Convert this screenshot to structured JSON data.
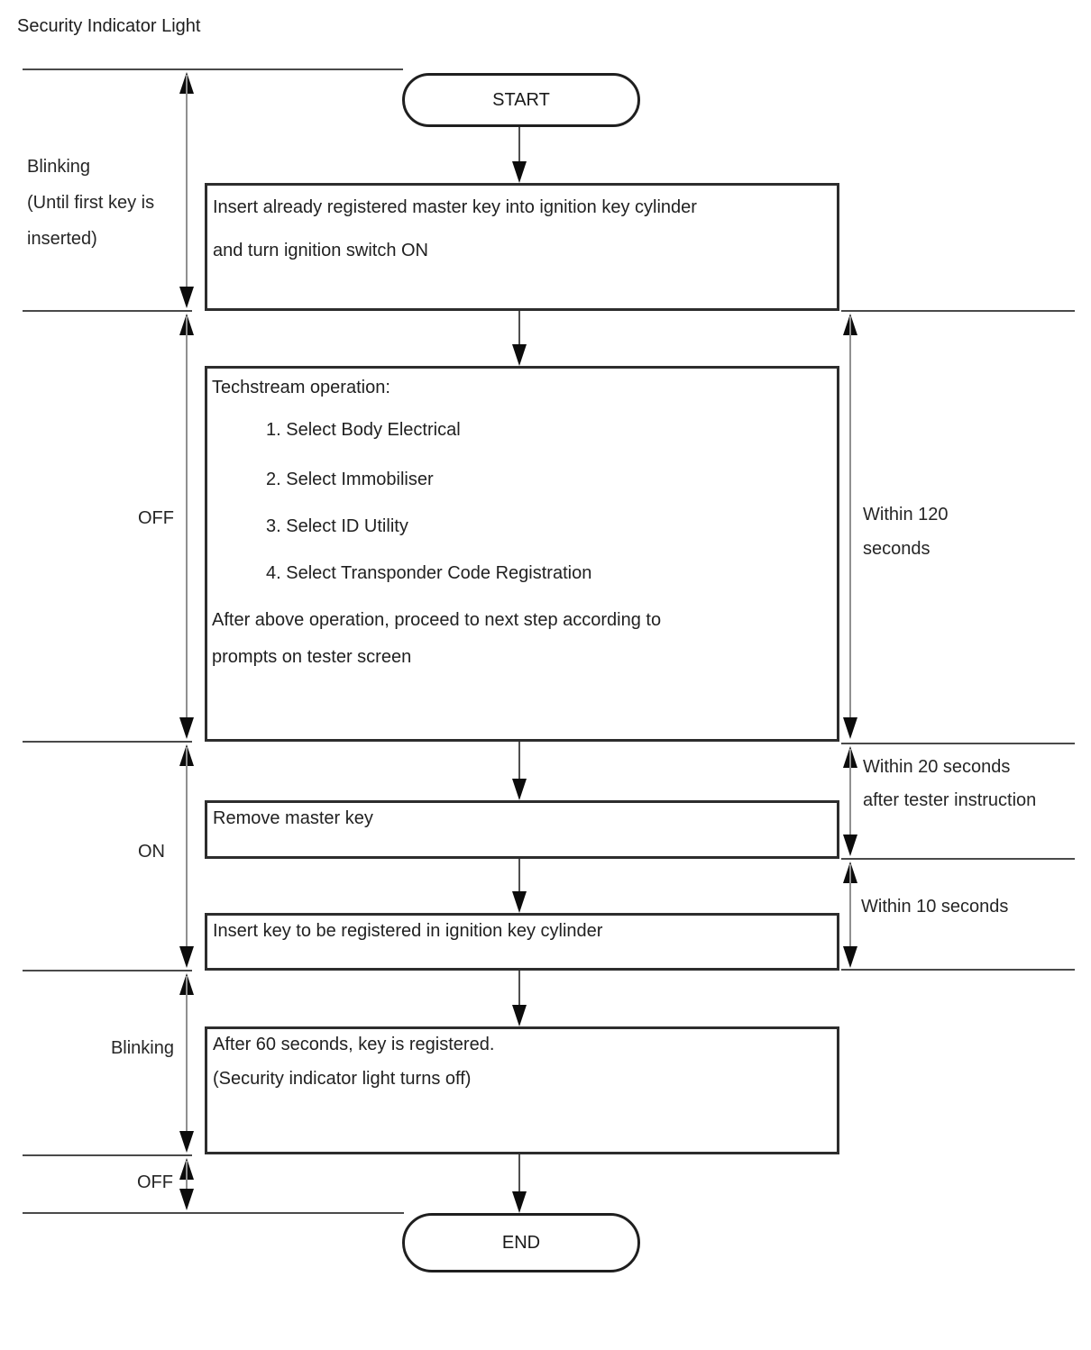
{
  "title": "Security Indicator Light",
  "flow": {
    "start_label": "START",
    "end_label": "END",
    "step1_lines": [
      "Insert already registered master key into ignition key cylinder",
      "and turn ignition switch ON"
    ],
    "techstream": {
      "heading": "Techstream operation:",
      "items": [
        "1. Select Body Electrical",
        "2. Select Immobiliser",
        "3. Select ID Utility",
        "4. Select Transponder Code Registration"
      ],
      "note_lines": [
        "After above operation, proceed to next step according to",
        "prompts on tester screen"
      ]
    },
    "step3_label": "Remove master key",
    "step4_label": "Insert key to be registered in ignition key cylinder",
    "step5_lines": [
      "After 60 seconds, key is registered.",
      "(Security indicator light turns off)"
    ]
  },
  "indicator_states": {
    "blinking_first_lines": [
      "Blinking",
      "(Until first key is",
      "inserted)"
    ],
    "off_1": "OFF",
    "on": "ON",
    "blinking_2": "Blinking",
    "off_2": "OFF"
  },
  "timing_constraints": {
    "within_120_lines": [
      "Within 120",
      "seconds"
    ],
    "within_20_lines": [
      "Within 20 seconds",
      "after tester instruction"
    ],
    "within_10": "Within 10 seconds"
  },
  "colors": {
    "background": "#ffffff",
    "box_border": "#2d2d2d",
    "divider_line": "#4a4a4a",
    "measure_arrow_line": "#909090",
    "arrowhead": "#0c0c0c",
    "text": "#212121"
  }
}
